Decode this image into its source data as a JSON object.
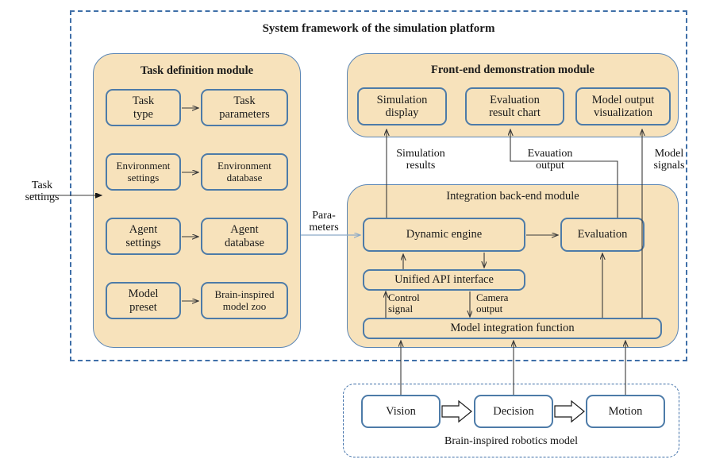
{
  "diagram": {
    "title": "System framework of the simulation platform",
    "external_labels": {
      "task_settings": "Task",
      "task_settings2": "settings",
      "parameters1": "Para-",
      "parameters2": "meters"
    }
  },
  "task_module": {
    "title": "Task definition module",
    "rows": [
      {
        "left": "Task\ntype",
        "left_l1": "Task",
        "left_l2": "type",
        "right_l1": "Task",
        "right_l2": "parameters"
      },
      {
        "left_l1": "Environment",
        "left_l2": "settings",
        "right_l1": "Environment",
        "right_l2": "database"
      },
      {
        "left_l1": "Agent",
        "left_l2": "settings",
        "right_l1": "Agent",
        "right_l2": "database"
      },
      {
        "left_l1": "Model",
        "left_l2": "preset",
        "right_l1": "Brain-inspired",
        "right_l2": "model zoo"
      }
    ]
  },
  "frontend_module": {
    "title": "Front-end demonstration module",
    "boxes": [
      {
        "l1": "Simulation",
        "l2": "display"
      },
      {
        "l1": "Evaluation",
        "l2": "result chart"
      },
      {
        "l1": "Model output",
        "l2": "visualization"
      }
    ]
  },
  "flow_labels": {
    "simulation_results_1": "Simulation",
    "simulation_results_2": "results",
    "evaluation_output_1": "Evauation",
    "evaluation_output_2": "output",
    "model_signals_1": "Model",
    "model_signals_2": "signals",
    "control_signal_1": "Control",
    "control_signal_2": "signal",
    "camera_output_1": "Camera",
    "camera_output_2": "output"
  },
  "backend_module": {
    "title": "Integration back-end module",
    "dynamic_engine": "Dynamic engine",
    "evaluation": "Evaluation",
    "unified_api": "Unified API interface",
    "model_integration": "Model integration function"
  },
  "robotics_module": {
    "caption": "Brain-inspired robotics model",
    "stages": [
      "Vision",
      "Decision",
      "Motion"
    ]
  },
  "colors": {
    "panel_fill": "#f7e2bb",
    "panel_border": "#5b86b5",
    "box_border": "#4d7ba8",
    "dashed_border": "#3f6fa8",
    "arrow": "#3a3a3a",
    "blue_arrow": "#8aa9c8"
  }
}
